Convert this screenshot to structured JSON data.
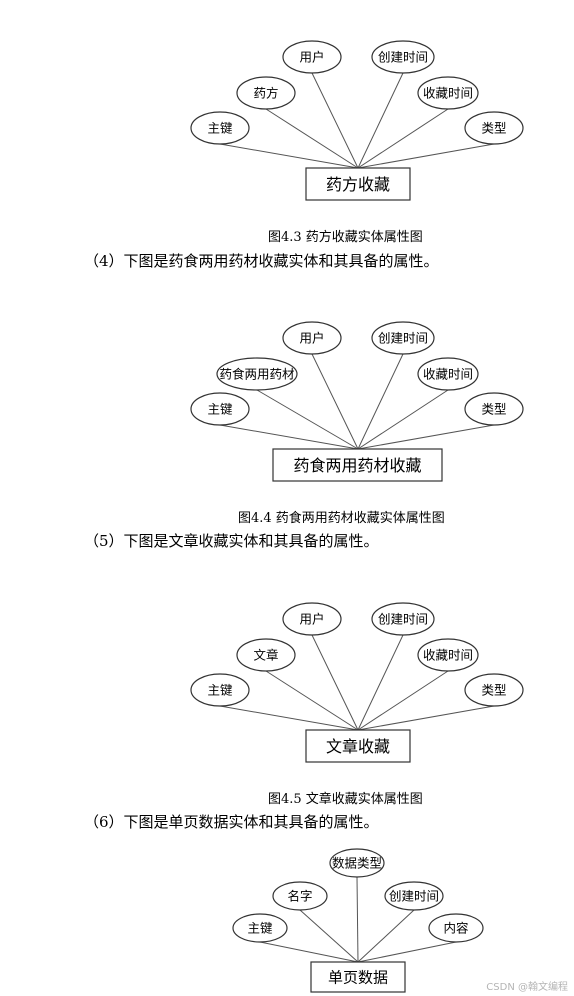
{
  "diagrams": [
    {
      "entity": "药方收藏",
      "attributes": [
        "主键",
        "药方",
        "用户",
        "创建时间",
        "收藏时间",
        "类型"
      ],
      "caption": "图4.3 药方收藏实体属性图"
    },
    {
      "entity": "药食两用药材收藏",
      "attributes": [
        "主键",
        "药食两用药材",
        "用户",
        "创建时间",
        "收藏时间",
        "类型"
      ],
      "caption": "图4.4 药食两用药材收藏实体属性图"
    },
    {
      "entity": "文章收藏",
      "attributes": [
        "主键",
        "文章",
        "用户",
        "创建时间",
        "收藏时间",
        "类型"
      ],
      "caption": "图4.5 文章收藏实体属性图"
    },
    {
      "entity": "单页数据",
      "attributes": [
        "主键",
        "名字",
        "数据类型",
        "创建时间",
        "内容"
      ],
      "caption": ""
    }
  ],
  "paragraphs": [
    "（4）下图是药食两用药材收藏实体和其具备的属性。",
    "（5）下图是文章收藏实体和其具备的属性。",
    "（6）下图是单页数据实体和其具备的属性。"
  ],
  "watermark": "CSDN @翰文编程"
}
